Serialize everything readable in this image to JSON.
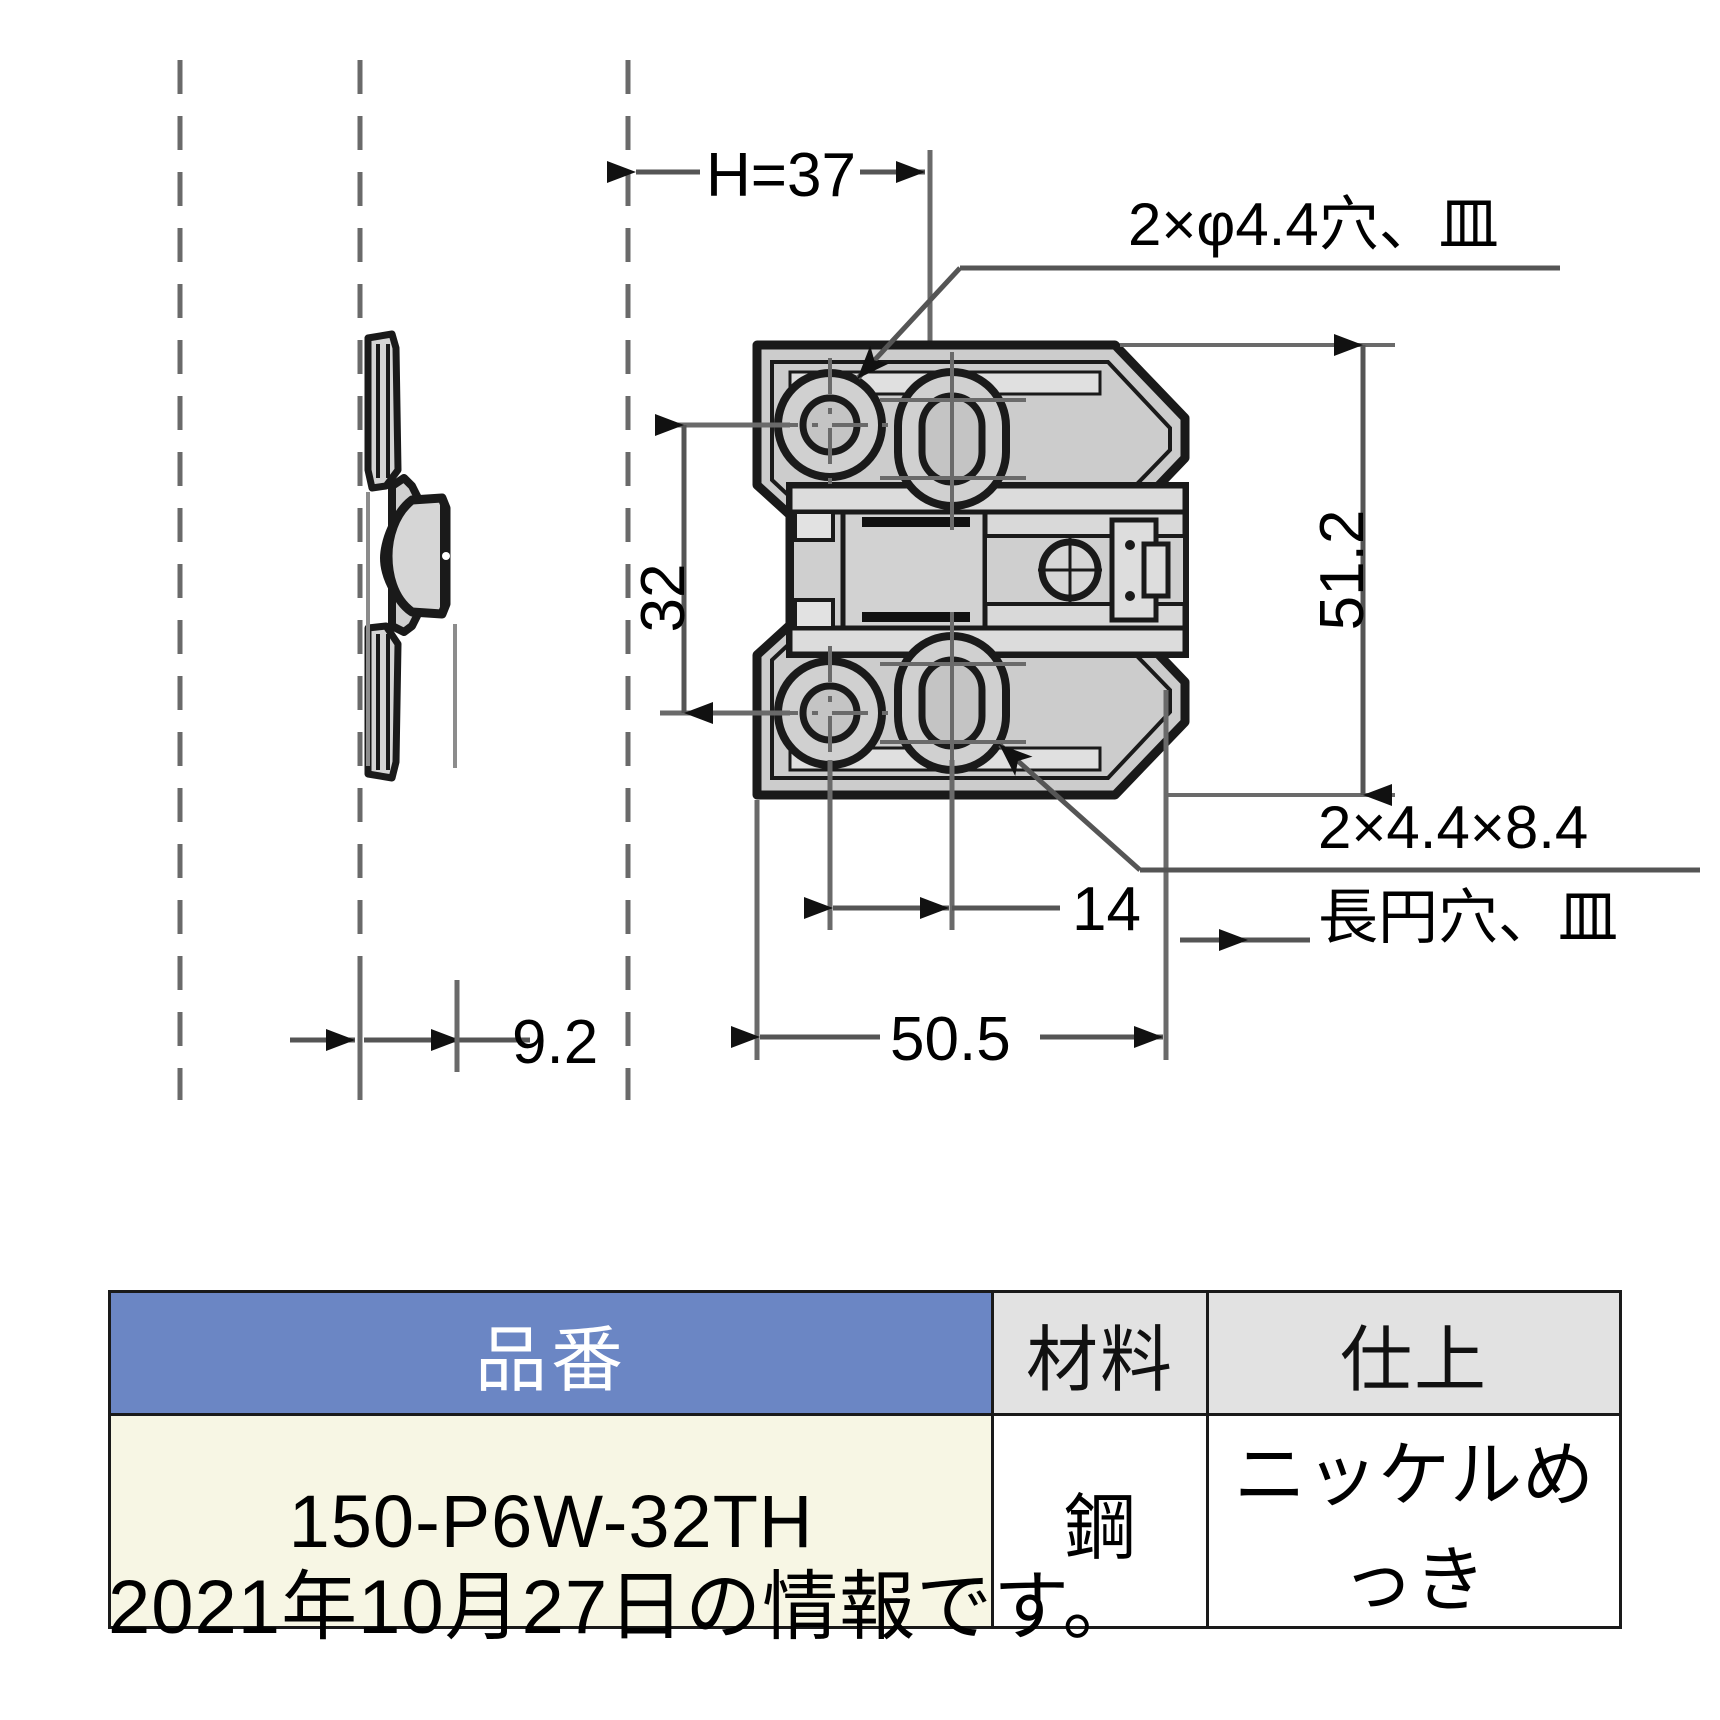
{
  "drawing": {
    "title": "150-P6W-32TH mounting plate technical drawing",
    "dimensions": {
      "height_h": "H=37",
      "hole_spacing_vertical": "32",
      "overall_height": "51.2",
      "side_offset": "9.2",
      "hole_offset": "14",
      "overall_width": "50.5"
    },
    "callouts": {
      "round_hole": "2×φ4.4穴、皿",
      "slot_line1": "2×4.4×8.4",
      "slot_line2": "長円穴、皿"
    },
    "colors": {
      "part_fill": "#cfcfcf",
      "part_fill_light": "#dedede",
      "outline": "#1a1a1a",
      "dim_line": "#555555",
      "centerline": "#666666"
    }
  },
  "table": {
    "headers": {
      "part_number": "品番",
      "material": "材料",
      "finish": "仕上"
    },
    "rows": [
      {
        "part_number": "150-P6W-32TH",
        "material": "鋼",
        "finish": "ニッケルめっき"
      }
    ]
  },
  "footnote": "2021年10月27日の情報です。"
}
